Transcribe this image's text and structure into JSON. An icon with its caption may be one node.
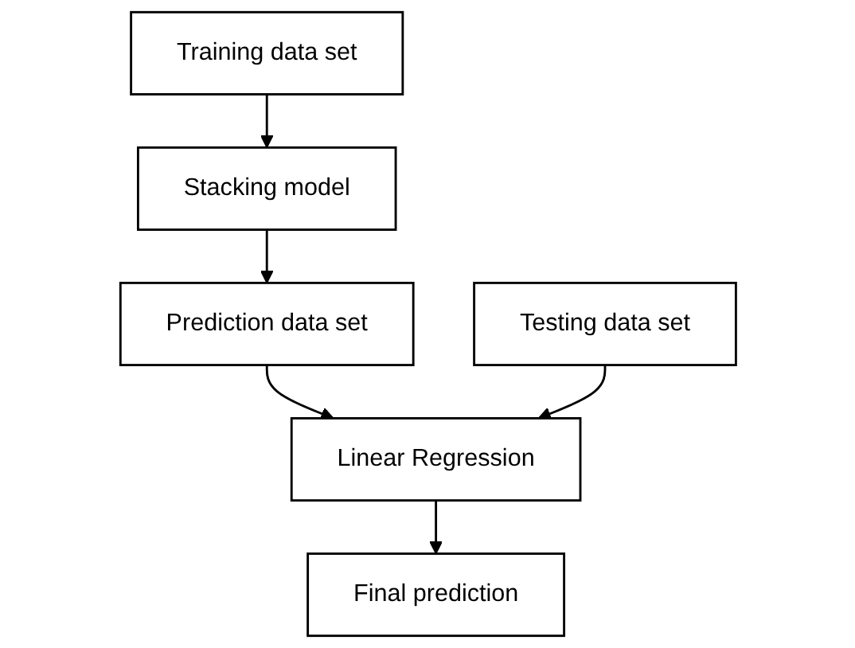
{
  "diagram": {
    "nodes": [
      {
        "text": [
          "Training data set"
        ]
      },
      {
        "text": [
          "Stacking model"
        ]
      },
      {
        "text": [
          "Prediction data set"
        ]
      },
      {
        "text": [
          "Testing data set"
        ]
      },
      {
        "text": [
          "Linear Regression"
        ]
      },
      {
        "text": [
          "Final prediction"
        ]
      }
    ],
    "edges": [
      {
        "from": 0,
        "to": 1,
        "arrow": "to"
      },
      {
        "from": 1,
        "to": 2,
        "arrow": "to"
      },
      {
        "from": 2,
        "to": 4,
        "arrow": "to"
      },
      {
        "from": 3,
        "to": 4,
        "arrow": "to"
      },
      {
        "from": 4,
        "to": 5,
        "arrow": "to"
      }
    ]
  }
}
